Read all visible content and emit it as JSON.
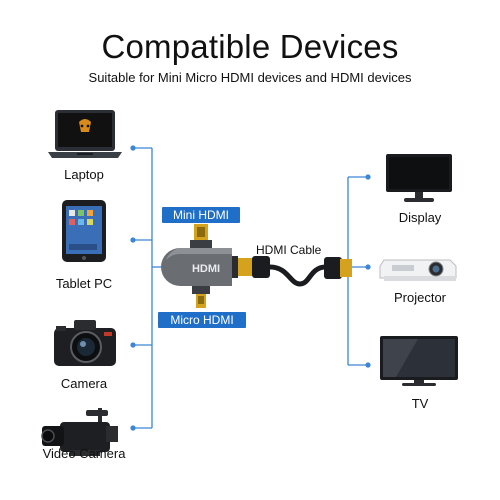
{
  "header": {
    "title": "Compatible Devices",
    "subtitle": "Suitable for Mini Micro HDMI devices and HDMI devices"
  },
  "left_devices": [
    {
      "label": "Laptop",
      "icon": "laptop-icon"
    },
    {
      "label": "Tablet PC",
      "icon": "tablet-icon"
    },
    {
      "label": "Camera",
      "icon": "camera-icon"
    },
    {
      "label": "Video Camera",
      "icon": "video-camera-icon"
    }
  ],
  "right_devices": [
    {
      "label": "Display",
      "icon": "monitor-icon"
    },
    {
      "label": "Projector",
      "icon": "projector-icon"
    },
    {
      "label": "TV",
      "icon": "tv-icon"
    }
  ],
  "adapter": {
    "mini_label": "Mini HDMI",
    "micro_label": "Micro HDMI",
    "body_text": "HDMI",
    "cable_label": "HDMI Cable"
  },
  "colors": {
    "accent": "#1f6fc9",
    "line": "#3b86d6",
    "gold": "#d4a21c",
    "adapter": "#6a6e73"
  }
}
